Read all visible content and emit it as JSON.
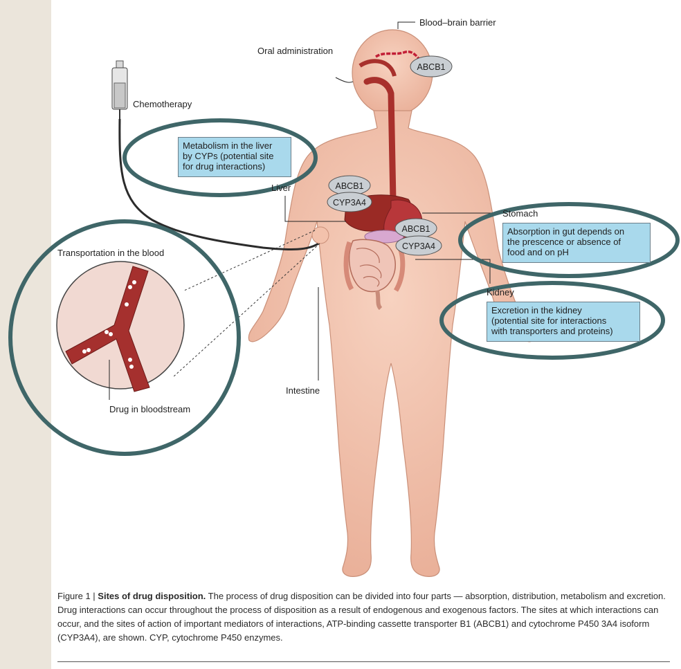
{
  "labels": {
    "blood_brain_barrier": "Blood–brain barrier",
    "oral_administration": "Oral administration",
    "chemotherapy": "Chemotherapy",
    "liver": "Liver",
    "stomach": "Stomach",
    "kidney": "Kidney",
    "intestine": "Intestine",
    "transportation_in_blood": "Transportation in the blood",
    "drug_in_bloodstream": "Drug in bloodstream"
  },
  "pills": {
    "brain_abcb1": "ABCB1",
    "liver_abcb1": "ABCB1",
    "liver_cyp3a4": "CYP3A4",
    "gut_abcb1": "ABCB1",
    "gut_cyp3a4": "CYP3A4"
  },
  "boxes": {
    "liver_metabolism": [
      "Metabolism in the liver",
      "by CYPs (potential site",
      "for drug interactions)"
    ],
    "gut_absorption": [
      "Absorption in gut depends on",
      "the prescence or absence of",
      "food and on pH"
    ],
    "kidney_excretion": [
      "Excretion in the kidney",
      "(potential site for interactions",
      "with transporters and proteins)"
    ]
  },
  "caption": {
    "figure_label": "Figure 1 | ",
    "title": "Sites of drug disposition.",
    "text": " The process of drug disposition can be divided into four parts — absorption, distribution, metabolism and excretion. Drug interactions can occur throughout the process of disposition as a result of endogenous and exogenous factors. The sites at which interactions can occur, and the sites of action of important mediators of interactions, ATP-binding cassette transporter B1 (ABCB1) and cytochrome P450 3A4 isoform (CYP3A4), are shown. CYP, cytochrome P450 enzymes."
  },
  "colors": {
    "body_skin": "#f3c2ac",
    "highlight_ring": "#3f6668",
    "label_box": "#a9d9ec",
    "pill": "#c9ced3",
    "blood_vessel": "#9c2a2a",
    "background": "#ebe5db"
  }
}
